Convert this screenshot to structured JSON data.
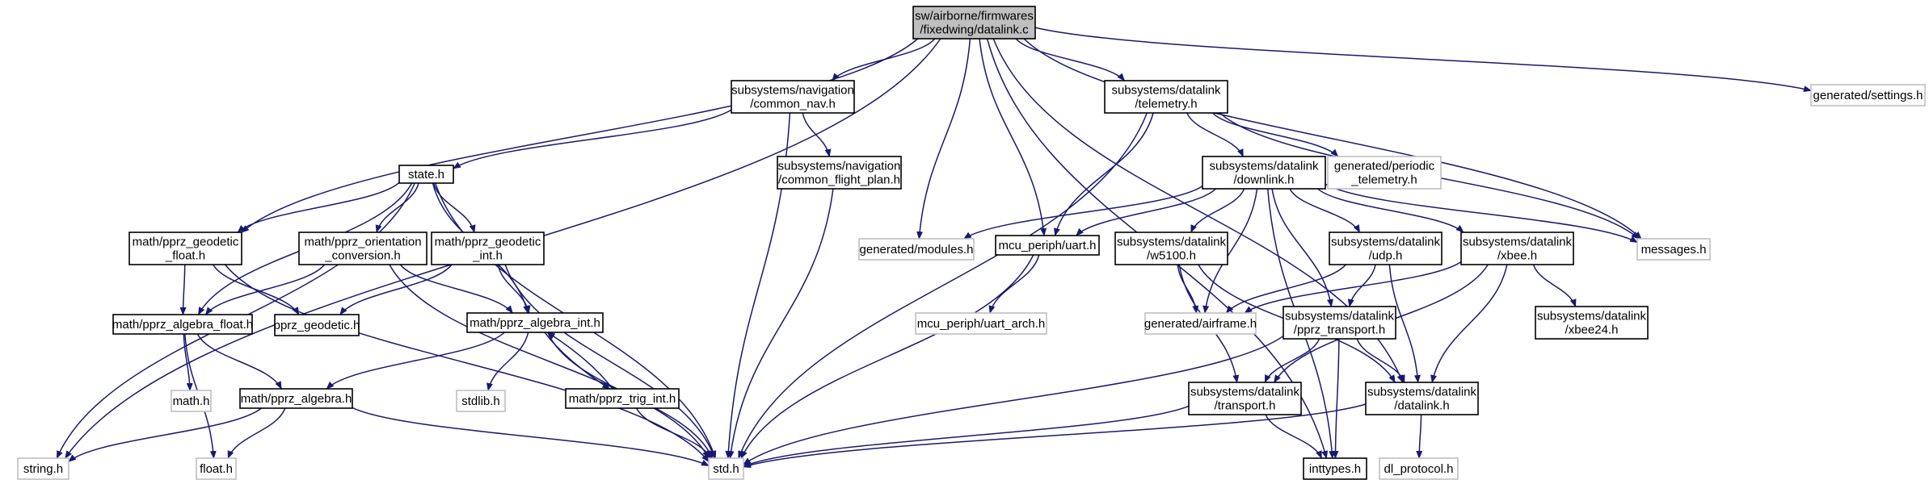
{
  "colors": {
    "edge": "#191970",
    "root_fill": "#bfbfbf",
    "solid_border": "#000000",
    "ghost_border": "#bfbfbf",
    "background": "#ffffff"
  },
  "nodes": [
    {
      "id": "root",
      "lines": [
        "sw/airborne/firmwares",
        "/fixedwing/datalink.c"
      ],
      "style": "root"
    },
    {
      "id": "common_nav",
      "lines": [
        "subsystems/navigation",
        "/common_nav.h"
      ],
      "style": "solid"
    },
    {
      "id": "telemetry",
      "lines": [
        "subsystems/datalink",
        "/telemetry.h"
      ],
      "style": "solid"
    },
    {
      "id": "settings",
      "lines": [
        "generated/settings.h"
      ],
      "style": "ghost"
    },
    {
      "id": "state",
      "lines": [
        "state.h"
      ],
      "style": "solid"
    },
    {
      "id": "common_flight_plan",
      "lines": [
        "subsystems/navigation",
        "/common_flight_plan.h"
      ],
      "style": "solid"
    },
    {
      "id": "downlink",
      "lines": [
        "subsystems/datalink",
        "/downlink.h"
      ],
      "style": "solid"
    },
    {
      "id": "periodic_telemetry",
      "lines": [
        "generated/periodic",
        "_telemetry.h"
      ],
      "style": "ghost"
    },
    {
      "id": "pprz_geodetic_float",
      "lines": [
        "math/pprz_geodetic",
        "_float.h"
      ],
      "style": "solid"
    },
    {
      "id": "pprz_orientation_conversion",
      "lines": [
        "math/pprz_orientation",
        "_conversion.h"
      ],
      "style": "solid"
    },
    {
      "id": "pprz_geodetic_int",
      "lines": [
        "math/pprz_geodetic",
        "_int.h"
      ],
      "style": "solid"
    },
    {
      "id": "modules",
      "lines": [
        "generated/modules.h"
      ],
      "style": "ghost"
    },
    {
      "id": "uart",
      "lines": [
        "mcu_periph/uart.h"
      ],
      "style": "solid"
    },
    {
      "id": "w5100",
      "lines": [
        "subsystems/datalink",
        "/w5100.h"
      ],
      "style": "solid"
    },
    {
      "id": "udp",
      "lines": [
        "subsystems/datalink",
        "/udp.h"
      ],
      "style": "solid"
    },
    {
      "id": "xbee",
      "lines": [
        "subsystems/datalink",
        "/xbee.h"
      ],
      "style": "solid"
    },
    {
      "id": "messages",
      "lines": [
        "messages.h"
      ],
      "style": "ghost"
    },
    {
      "id": "pprz_algebra_float",
      "lines": [
        "math/pprz_algebra_float.h"
      ],
      "style": "solid"
    },
    {
      "id": "pprz_geodetic",
      "lines": [
        "pprz_geodetic.h"
      ],
      "style": "solid"
    },
    {
      "id": "pprz_algebra_int",
      "lines": [
        "math/pprz_algebra_int.h"
      ],
      "style": "solid"
    },
    {
      "id": "uart_arch",
      "lines": [
        "mcu_periph/uart_arch.h"
      ],
      "style": "ghost"
    },
    {
      "id": "airframe",
      "lines": [
        "generated/airframe.h"
      ],
      "style": "ghost"
    },
    {
      "id": "pprz_transport",
      "lines": [
        "subsystems/datalink",
        "/pprz_transport.h"
      ],
      "style": "solid"
    },
    {
      "id": "xbee24",
      "lines": [
        "subsystems/datalink",
        "/xbee24.h"
      ],
      "style": "solid"
    },
    {
      "id": "math_h",
      "lines": [
        "math.h"
      ],
      "style": "ghost"
    },
    {
      "id": "pprz_algebra",
      "lines": [
        "math/pprz_algebra.h"
      ],
      "style": "solid"
    },
    {
      "id": "stdlib",
      "lines": [
        "stdlib.h"
      ],
      "style": "ghost"
    },
    {
      "id": "pprz_trig_int",
      "lines": [
        "math/pprz_trig_int.h"
      ],
      "style": "solid"
    },
    {
      "id": "transport",
      "lines": [
        "subsystems/datalink",
        "/transport.h"
      ],
      "style": "solid"
    },
    {
      "id": "datalink_h",
      "lines": [
        "subsystems/datalink",
        "/datalink.h"
      ],
      "style": "solid"
    },
    {
      "id": "string_h",
      "lines": [
        "string.h"
      ],
      "style": "ghost"
    },
    {
      "id": "float_h",
      "lines": [
        "float.h"
      ],
      "style": "ghost"
    },
    {
      "id": "std_h",
      "lines": [
        "std.h"
      ],
      "style": "ghost"
    },
    {
      "id": "inttypes",
      "lines": [
        "inttypes.h"
      ],
      "style": "solid"
    },
    {
      "id": "dl_protocol",
      "lines": [
        "dl_protocol.h"
      ],
      "style": "ghost"
    }
  ],
  "edges": [
    [
      "root",
      "common_nav"
    ],
    [
      "root",
      "telemetry"
    ],
    [
      "root",
      "settings"
    ],
    [
      "root",
      "string_h"
    ],
    [
      "root",
      "pprz_geodetic_float"
    ],
    [
      "root",
      "modules"
    ],
    [
      "root",
      "uart"
    ],
    [
      "root",
      "messages"
    ],
    [
      "root",
      "datalink_h"
    ],
    [
      "root",
      "inttypes"
    ],
    [
      "common_nav",
      "state"
    ],
    [
      "common_nav",
      "common_flight_plan"
    ],
    [
      "common_nav",
      "std_h"
    ],
    [
      "common_flight_plan",
      "std_h"
    ],
    [
      "telemetry",
      "downlink"
    ],
    [
      "telemetry",
      "periodic_telemetry"
    ],
    [
      "telemetry",
      "messages"
    ],
    [
      "telemetry",
      "uart"
    ],
    [
      "telemetry",
      "std_h"
    ],
    [
      "state",
      "pprz_geodetic_float"
    ],
    [
      "state",
      "pprz_orientation_conversion"
    ],
    [
      "state",
      "pprz_geodetic_int"
    ],
    [
      "state",
      "pprz_algebra_float"
    ],
    [
      "state",
      "pprz_algebra_int"
    ],
    [
      "state",
      "string_h"
    ],
    [
      "state",
      "std_h"
    ],
    [
      "downlink",
      "modules"
    ],
    [
      "downlink",
      "uart"
    ],
    [
      "downlink",
      "w5100"
    ],
    [
      "downlink",
      "udp"
    ],
    [
      "downlink",
      "xbee"
    ],
    [
      "downlink",
      "messages"
    ],
    [
      "downlink",
      "airframe"
    ],
    [
      "downlink",
      "pprz_transport"
    ],
    [
      "downlink",
      "inttypes"
    ],
    [
      "pprz_geodetic_float",
      "pprz_algebra_float"
    ],
    [
      "pprz_geodetic_float",
      "pprz_geodetic"
    ],
    [
      "pprz_geodetic_float",
      "std_h"
    ],
    [
      "pprz_orientation_conversion",
      "pprz_algebra_float"
    ],
    [
      "pprz_orientation_conversion",
      "pprz_algebra_int"
    ],
    [
      "pprz_orientation_conversion",
      "std_h"
    ],
    [
      "pprz_geodetic_int",
      "pprz_geodetic"
    ],
    [
      "pprz_geodetic_int",
      "pprz_algebra_int"
    ],
    [
      "pprz_geodetic_int",
      "std_h"
    ],
    [
      "uart",
      "uart_arch"
    ],
    [
      "uart",
      "std_h"
    ],
    [
      "w5100",
      "airframe"
    ],
    [
      "w5100",
      "transport"
    ],
    [
      "w5100",
      "datalink_h"
    ],
    [
      "udp",
      "airframe"
    ],
    [
      "udp",
      "pprz_transport"
    ],
    [
      "udp",
      "datalink_h"
    ],
    [
      "xbee",
      "airframe"
    ],
    [
      "xbee",
      "transport"
    ],
    [
      "xbee",
      "datalink_h"
    ],
    [
      "xbee",
      "xbee24"
    ],
    [
      "pprz_algebra_float",
      "math_h"
    ],
    [
      "pprz_algebra_float",
      "pprz_algebra"
    ],
    [
      "pprz_algebra_float",
      "float_h"
    ],
    [
      "pprz_algebra_int",
      "pprz_algebra"
    ],
    [
      "pprz_algebra_int",
      "stdlib"
    ],
    [
      "pprz_algebra_int",
      "pprz_trig_int"
    ],
    [
      "pprz_algebra_int",
      "std_h"
    ],
    [
      "pprz_trig_int",
      "pprz_algebra_int"
    ],
    [
      "pprz_trig_int",
      "std_h"
    ],
    [
      "pprz_algebra",
      "string_h"
    ],
    [
      "pprz_algebra",
      "float_h"
    ],
    [
      "pprz_algebra",
      "std_h"
    ],
    [
      "pprz_transport",
      "transport"
    ],
    [
      "pprz_transport",
      "datalink_h"
    ],
    [
      "pprz_transport",
      "inttypes"
    ],
    [
      "pprz_transport",
      "std_h"
    ],
    [
      "transport",
      "std_h"
    ],
    [
      "transport",
      "inttypes"
    ],
    [
      "datalink_h",
      "std_h"
    ],
    [
      "datalink_h",
      "dl_protocol"
    ]
  ]
}
